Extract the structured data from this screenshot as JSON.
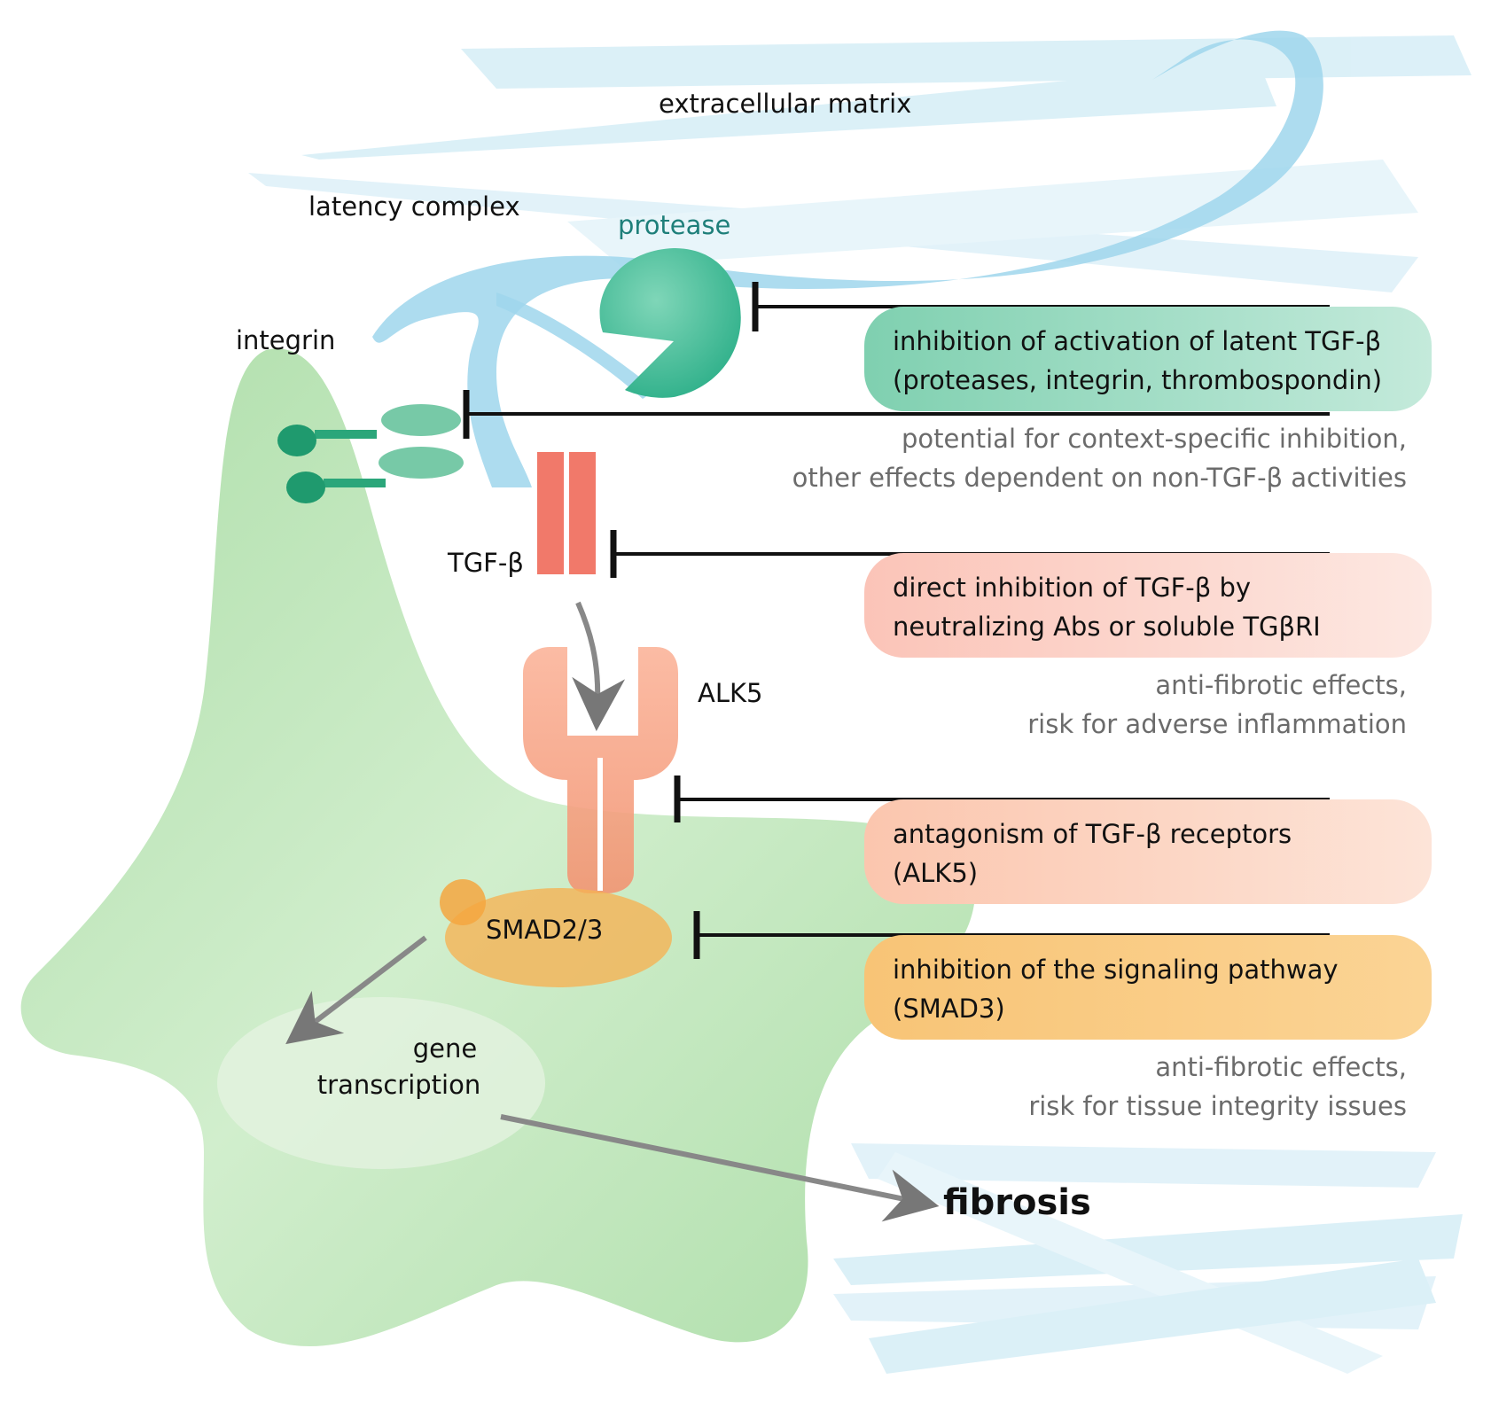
{
  "labels": {
    "extracellular_matrix": "extracellular matrix",
    "latency_complex": "latency complex",
    "protease": "protease",
    "integrin": "integrin",
    "tgf_beta": "TGF-β",
    "alk5": "ALK5",
    "smad": "SMAD2/3",
    "gene": "gene",
    "transcription": "transcription",
    "fibrosis": "fibrosis"
  },
  "interventions": [
    {
      "lines": [
        "inhibition of activation of latent TGF-β",
        "(proteases, integrin, thrombospondin)"
      ],
      "color": "#5fc3a0"
    },
    {
      "lines": [
        "direct inhibition of TGF-β by",
        "neutralizing Abs or soluble TGβRI"
      ],
      "color": "#f7a89a"
    },
    {
      "lines": [
        "antagonism of TGF-β receptors",
        "(ALK5)"
      ],
      "color": "#f7a89a"
    },
    {
      "lines": [
        "inhibition of the signaling pathway",
        "(SMAD3)"
      ],
      "color": "#f7b24a"
    }
  ],
  "notes": [
    {
      "lines": [
        "potential for context-specific inhibition,",
        "other effects dependent on non-TGF-β activities"
      ]
    },
    {
      "lines": [
        "anti-fibrotic effects,",
        "risk for adverse inflammation"
      ]
    },
    {
      "lines": [
        "anti-fibrotic effects,",
        "risk for tissue integrity issues"
      ]
    }
  ],
  "colors": {
    "cell": "#8fcf8a",
    "matrix": "#9fd6ec",
    "integrin": "#2ba67a",
    "tgf": "#ef6a5a",
    "receptor": "#f5a07a",
    "smad": "#f5b355",
    "inhibitor_line": "#111111",
    "arrow": "#7d7d7d"
  }
}
